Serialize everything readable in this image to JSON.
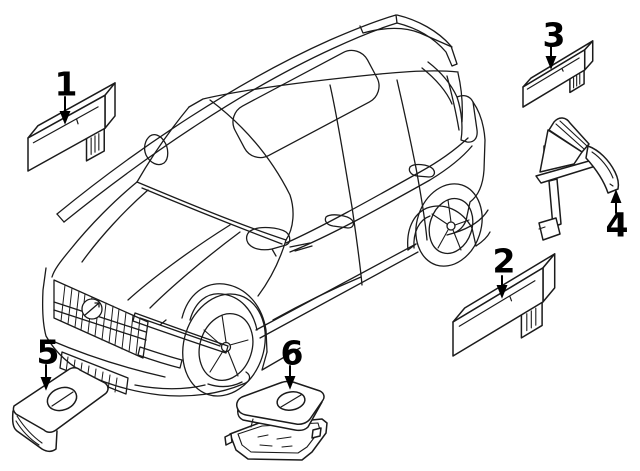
{
  "figure": {
    "kind": "vehicle-parts-diagram",
    "visible_text": [
      "1",
      "2",
      "3",
      "4",
      "5",
      "6"
    ]
  },
  "callouts": [
    {
      "label": "1",
      "part": "roof-antenna-module",
      "arrow": "down"
    },
    {
      "label": "2",
      "part": "side-antenna-module",
      "arrow": "down"
    },
    {
      "label": "3",
      "part": "rear-antenna-module",
      "arrow": "down"
    },
    {
      "label": "4",
      "part": "mounting-bracket",
      "arrow": "up"
    },
    {
      "label": "5",
      "part": "remote-key",
      "arrow": "down"
    },
    {
      "label": "6",
      "part": "remote-key-cover-set",
      "arrow": "down"
    }
  ],
  "colors": {
    "background": "#ffffff",
    "line": "#1b1b1b",
    "label": "#000000"
  }
}
